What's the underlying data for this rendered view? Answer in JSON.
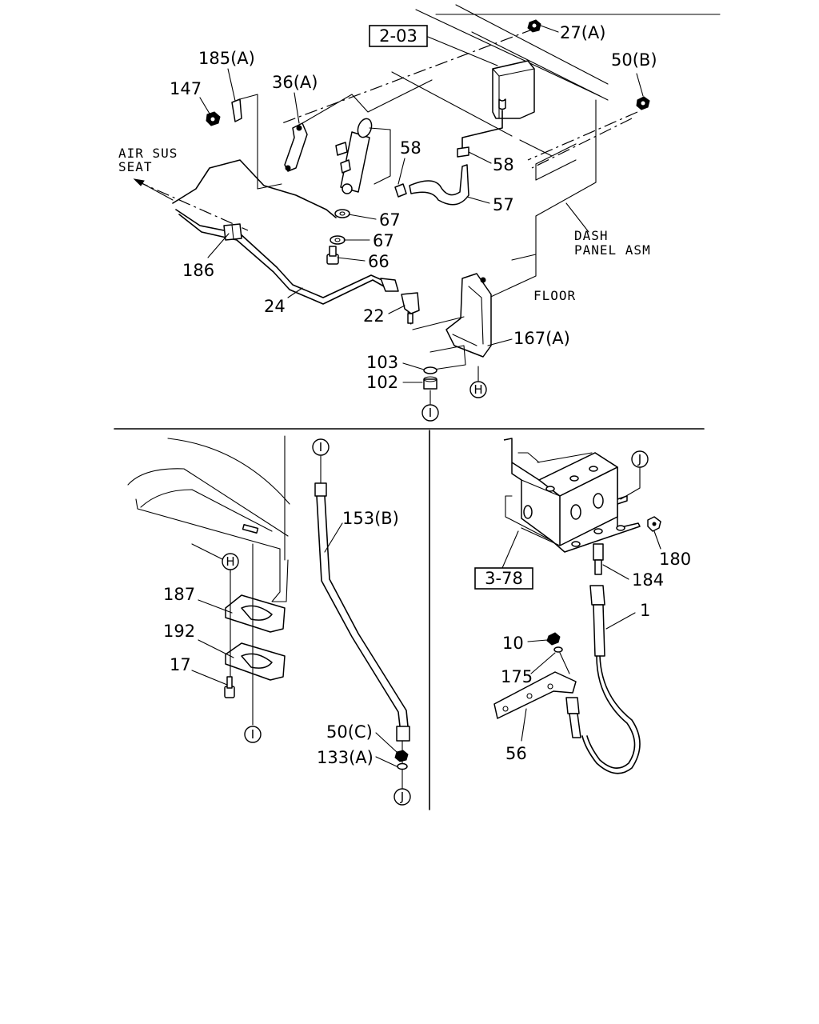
{
  "ref_boxes": [
    "2-03",
    "3-78"
  ],
  "part_labels": [
    "27(A)",
    "50(B)",
    "185(A)",
    "36(A)",
    "147",
    "58",
    "58",
    "57",
    "67",
    "67",
    "66",
    "186",
    "24",
    "22",
    "167(A)",
    "103",
    "102",
    "153(B)",
    "187",
    "192",
    "17",
    "50(C)",
    "133(A)",
    "180",
    "184",
    "1",
    "10",
    "175",
    "56"
  ],
  "notes": {
    "air_sus_seat": [
      "AIR SUS",
      "SEAT"
    ],
    "dash_panel": [
      "DASH",
      "PANEL ASM"
    ],
    "floor": "FLOOR"
  },
  "connector_marks": [
    "H",
    "I",
    "I",
    "H",
    "I",
    "J",
    "J"
  ],
  "colors": {
    "line": "#000000",
    "background": "#ffffff"
  }
}
